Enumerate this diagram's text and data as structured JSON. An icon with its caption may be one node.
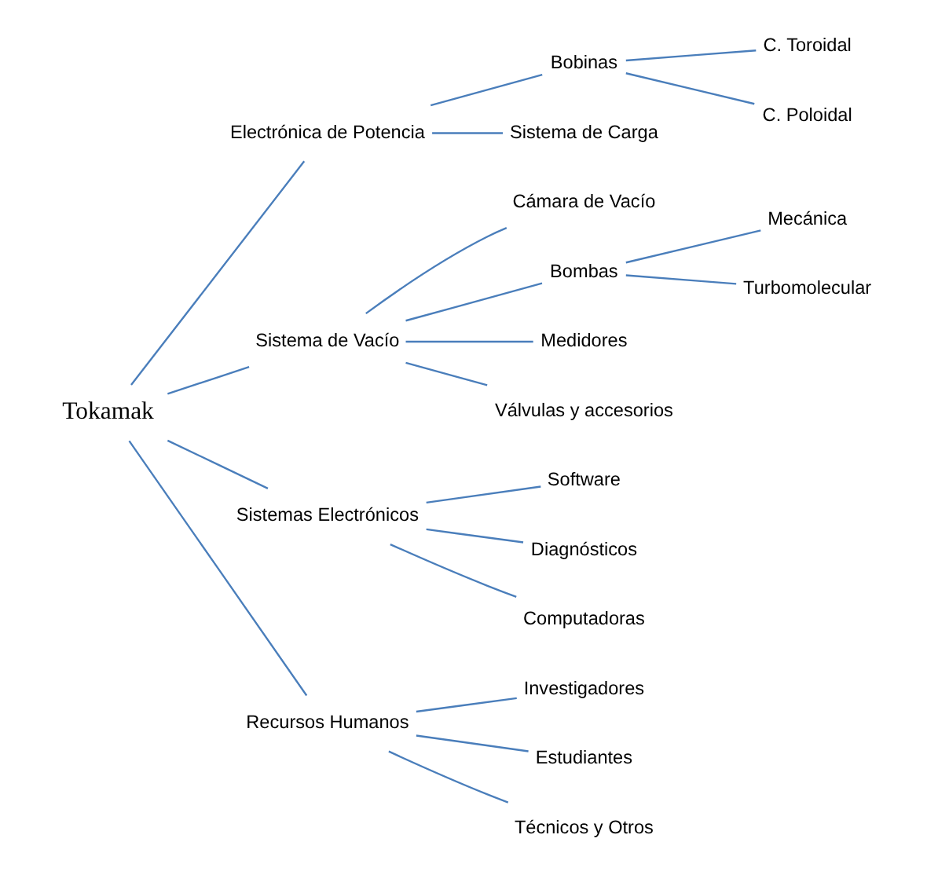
{
  "diagram": {
    "nodes": [
      {
        "text": [
          "Tokamak"
        ]
      },
      {
        "text": [
          "Electrónica de Potencia"
        ]
      },
      {
        "text": [
          "Bobinas"
        ]
      },
      {
        "text": [
          "C. Toroidal"
        ]
      },
      {
        "text": [
          "C. Poloidal"
        ]
      },
      {
        "text": [
          "Sistema de Carga"
        ]
      },
      {
        "text": [
          "Sistema de Vacío"
        ]
      },
      {
        "text": [
          "Cámara de Vacío"
        ]
      },
      {
        "text": [
          "Bombas"
        ]
      },
      {
        "text": [
          "Mecánica"
        ]
      },
      {
        "text": [
          "Turbomolecular"
        ]
      },
      {
        "text": [
          "Medidores"
        ]
      },
      {
        "text": [
          "Válvulas y accesorios"
        ]
      },
      {
        "text": [
          "Sistemas Electrónicos"
        ]
      },
      {
        "text": [
          "Software"
        ]
      },
      {
        "text": [
          "Diagnósticos"
        ]
      },
      {
        "text": [
          "Computadoras"
        ]
      },
      {
        "text": [
          "Recursos Humanos"
        ]
      },
      {
        "text": [
          "Investigadores"
        ]
      },
      {
        "text": [
          "Estudiantes"
        ]
      },
      {
        "text": [
          "Técnicos y Otros"
        ]
      }
    ],
    "edges": [
      {
        "from": 0,
        "to": 1,
        "arrow": "none"
      },
      {
        "from": 0,
        "to": 6,
        "arrow": "none"
      },
      {
        "from": 0,
        "to": 13,
        "arrow": "none"
      },
      {
        "from": 0,
        "to": 17,
        "arrow": "none"
      },
      {
        "from": 1,
        "to": 2,
        "arrow": "none"
      },
      {
        "from": 1,
        "to": 5,
        "arrow": "none"
      },
      {
        "from": 2,
        "to": 3,
        "arrow": "none"
      },
      {
        "from": 2,
        "to": 4,
        "arrow": "none"
      },
      {
        "from": 6,
        "to": 7,
        "arrow": "none"
      },
      {
        "from": 6,
        "to": 8,
        "arrow": "none"
      },
      {
        "from": 6,
        "to": 11,
        "arrow": "none"
      },
      {
        "from": 6,
        "to": 12,
        "arrow": "none"
      },
      {
        "from": 8,
        "to": 9,
        "arrow": "none"
      },
      {
        "from": 8,
        "to": 10,
        "arrow": "none"
      },
      {
        "from": 13,
        "to": 14,
        "arrow": "none"
      },
      {
        "from": 13,
        "to": 15,
        "arrow": "none"
      },
      {
        "from": 13,
        "to": 16,
        "arrow": "none"
      },
      {
        "from": 17,
        "to": 18,
        "arrow": "none"
      },
      {
        "from": 17,
        "to": 19,
        "arrow": "none"
      },
      {
        "from": 17,
        "to": 20,
        "arrow": "none"
      }
    ]
  }
}
